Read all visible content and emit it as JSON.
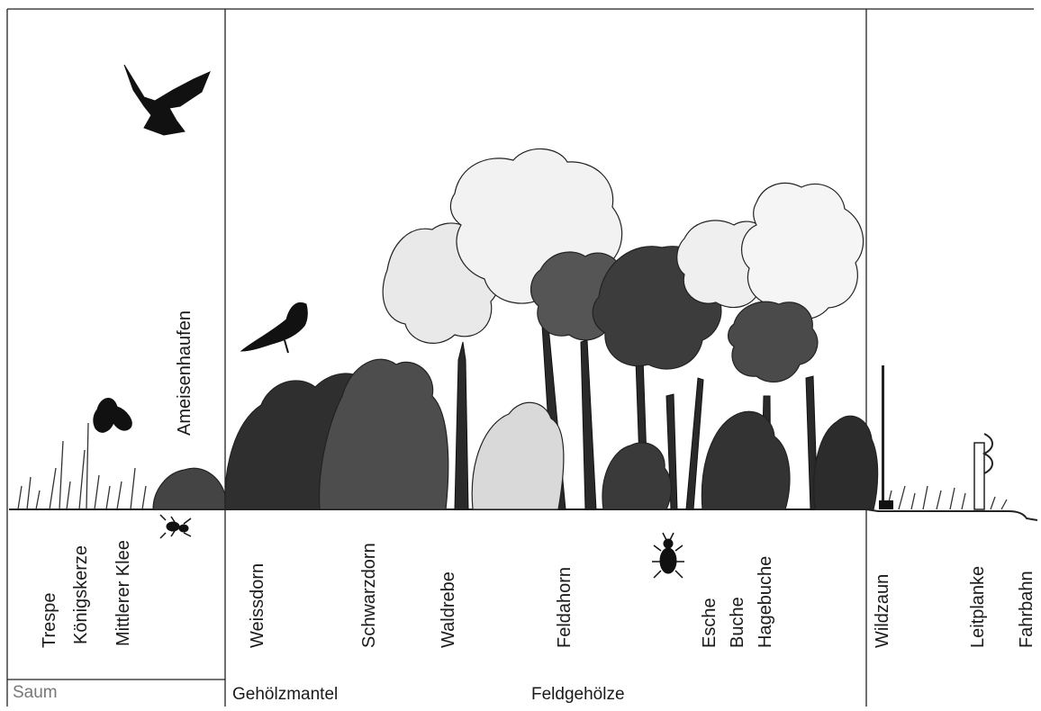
{
  "zones": {
    "saum": "Saum",
    "gehoelzmantel": "Gehölzmantel",
    "feldgehoelze": "Feldgehölze"
  },
  "labels": {
    "trespe": "Trespe",
    "koenigskerze": "Königskerze",
    "mittlerer_klee": "Mittlerer Klee",
    "ameisenhaufen": "Ameisenhaufen",
    "weissdorn": "Weissdorn",
    "schwarzdorn": "Schwarzdorn",
    "waldrebe": "Waldrebe",
    "feldahorn": "Feldahorn",
    "esche": "Esche",
    "buche": "Buche",
    "hagebuche": "Hagebuche",
    "wildzaun": "Wildzaun",
    "leitplanke": "Leitplanke",
    "fahrbahn": "Fahrbahn"
  },
  "icons": [
    "bird-of-prey-icon",
    "songbird-icon",
    "butterfly-icon",
    "ant-icon",
    "beetle-icon",
    "tree-icon",
    "shrub-icon",
    "fence-post-icon",
    "guardrail-icon"
  ]
}
